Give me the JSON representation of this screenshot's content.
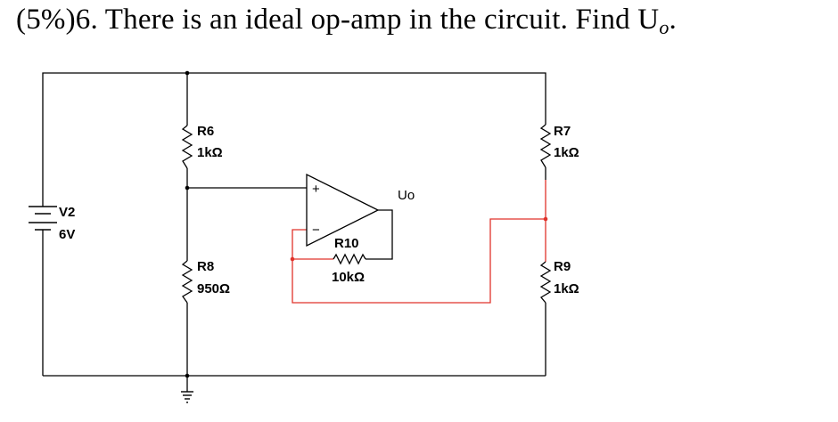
{
  "question": {
    "prefix": "(5%)6. There is an ideal op-amp in the circuit. Find  U",
    "subscript": "o",
    "suffix": "."
  },
  "components": {
    "v2": {
      "name": "V2",
      "value": "6V"
    },
    "r6": {
      "name": "R6",
      "value": "1kΩ"
    },
    "r7": {
      "name": "R7",
      "value": "1kΩ"
    },
    "r8": {
      "name": "R8",
      "value": "950Ω"
    },
    "r9": {
      "name": "R9",
      "value": "1kΩ"
    },
    "r10": {
      "name": "R10",
      "value": "10kΩ"
    },
    "opamp": {
      "plus": "+",
      "minus": "−",
      "output": "Uo"
    }
  },
  "colors": {
    "wire": "#000000",
    "feedback_wire": "#e0332b"
  }
}
